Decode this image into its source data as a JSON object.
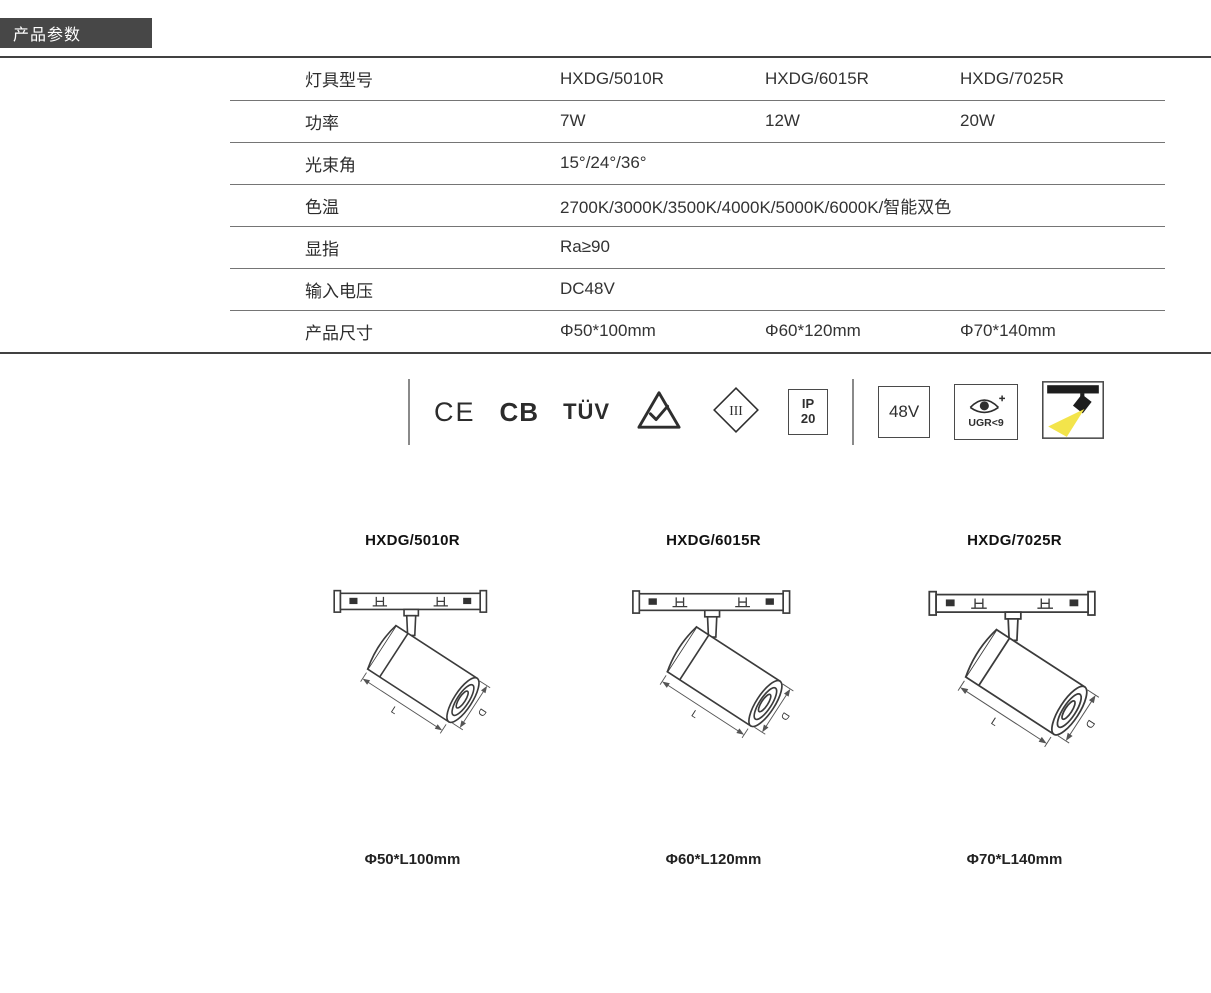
{
  "header": {
    "title": "产品参数"
  },
  "spec_table": {
    "rows": [
      {
        "label": "灯具型号",
        "values": [
          "HXDG/5010R",
          "HXDG/6015R",
          "HXDG/7025R"
        ]
      },
      {
        "label": "功率",
        "values": [
          "7W",
          "12W",
          "20W"
        ]
      },
      {
        "label": "光束角",
        "values": [
          "15°/24°/36°"
        ]
      },
      {
        "label": "色温",
        "values": [
          "2700K/3000K/3500K/4000K/5000K/6000K/智能双色"
        ]
      },
      {
        "label": "显指",
        "values": [
          "Ra≥90"
        ]
      },
      {
        "label": "输入电压",
        "values": [
          "DC48V"
        ]
      },
      {
        "label": "产品尺寸",
        "values": [
          "Φ50*100mm",
          "Φ60*120mm",
          "Φ70*140mm"
        ]
      }
    ]
  },
  "certifications": {
    "ce": "CE",
    "cb": "CB",
    "tuv": "TÜV",
    "class3": "III",
    "ip": [
      "IP",
      "20"
    ],
    "voltage": "48V",
    "ugr": "UGR<9",
    "icons": [
      "ce-mark-icon",
      "cb-mark-icon",
      "tuv-mark-icon",
      "rcm-check-triangle-icon",
      "class-iii-diamond-icon",
      "ip20-rating-icon",
      "48v-voltage-icon",
      "ugr-eye-comfort-icon",
      "spotlight-beam-icon"
    ]
  },
  "products": [
    {
      "model": "HXDG/5010R",
      "size": "Φ50*L100mm"
    },
    {
      "model": "HXDG/6015R",
      "size": "Φ60*L120mm"
    },
    {
      "model": "HXDG/7025R",
      "size": "Φ70*L140mm"
    }
  ],
  "drawing_labels": {
    "length": "L",
    "diameter": "D"
  },
  "colors": {
    "badge_bg": "#474747",
    "badge_text": "#ffffff",
    "beam_yellow": "#f3e44b",
    "line_dark": "#414141",
    "line_row": "#757575"
  }
}
